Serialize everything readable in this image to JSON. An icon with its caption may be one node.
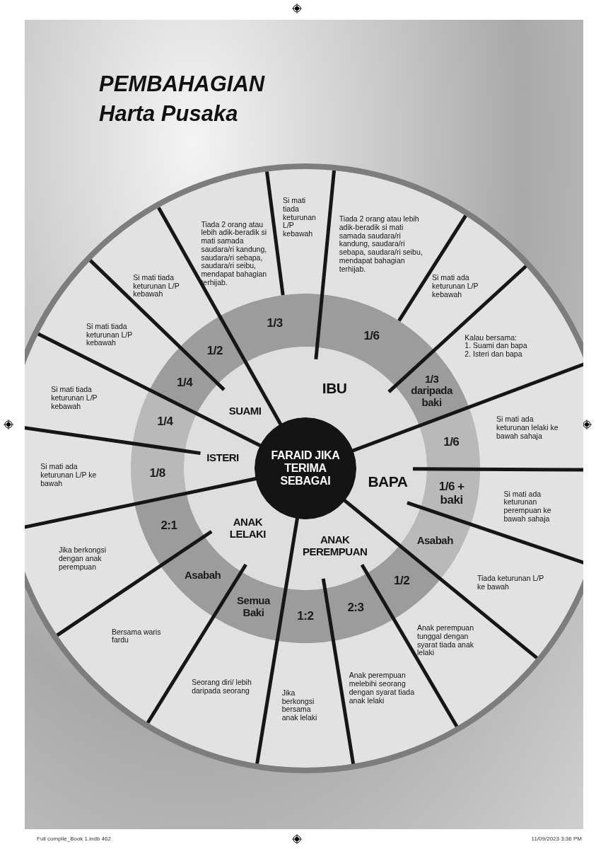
{
  "diagram": {
    "title": "PEMBAHAGIAN Harta Pusaka",
    "nodes": [
      {
        "text": [
          "FARAID JIKA TERIMA SEBAGAI"
        ]
      },
      {
        "text": [
          "IBU"
        ]
      },
      {
        "text": [
          "1/3"
        ]
      },
      {
        "text": [
          "Si mati tiada keturunan L/P kebawah"
        ]
      },
      {
        "text": [
          "Tiada 2 orang atau lebih adik-beradik si mati samada saudara/ri kandung, saudara/ri sebapa, saudara/ri seibu, mendapat bahagian terhijab."
        ]
      },
      {
        "text": [
          "1/6"
        ]
      },
      {
        "text": [
          "Tiada 2 orang atau lebih adik-beradik si mati samada saudara/ri kandung, saudara/ri sebapa, saudara/ri seibu, mendapat bahagian terhijab."
        ]
      },
      {
        "text": [
          "Si mati ada keturunan L/P kebawah"
        ]
      },
      {
        "text": [
          "1/3 daripada baki"
        ]
      },
      {
        "text": [
          "Kalau bersama:",
          "1. Suami dan bapa",
          "2. Isteri dan bapa"
        ]
      },
      {
        "text": [
          "BAPA"
        ]
      },
      {
        "text": [
          "1/6"
        ]
      },
      {
        "text": [
          "Si mati ada keturunan lelaki ke bawah sahaja"
        ]
      },
      {
        "text": [
          "1/6 + baki"
        ]
      },
      {
        "text": [
          "Si mati ada keturunan perempuan ke bawah sahaja"
        ]
      },
      {
        "text": [
          "Asabah"
        ]
      },
      {
        "text": [
          "Tiada keturunan L/P ke bawah"
        ]
      },
      {
        "text": [
          "ANAK PEREMPUAN"
        ]
      },
      {
        "text": [
          "1/2"
        ]
      },
      {
        "text": [
          "Anak perempuan tunggal dengan syarat tiada anak lelaki"
        ]
      },
      {
        "text": [
          "2:3"
        ]
      },
      {
        "text": [
          "Anak perempuan melebihi seorang dengan syarat tiada anak lelaki"
        ]
      },
      {
        "text": [
          "1:2"
        ]
      },
      {
        "text": [
          "Jika berkongsi bersama anak lelaki"
        ]
      },
      {
        "text": [
          "ANAK LELAKI"
        ]
      },
      {
        "text": [
          "Semua Baki"
        ]
      },
      {
        "text": [
          "Seorang diri/ lebih daripada seorang"
        ]
      },
      {
        "text": [
          "Asabah"
        ]
      },
      {
        "text": [
          "Bersama waris fardu"
        ]
      },
      {
        "text": [
          "2:1"
        ]
      },
      {
        "text": [
          "Jika berkongsi dengan anak perempuan"
        ]
      },
      {
        "text": [
          "ISTERI"
        ]
      },
      {
        "text": [
          "1/8"
        ]
      },
      {
        "text": [
          "Si mati ada keturunan L/P ke bawah"
        ]
      },
      {
        "text": [
          "1/4"
        ]
      },
      {
        "text": [
          "Si mati tiada keturunan L/P kebawah"
        ]
      },
      {
        "text": [
          "SUAMI"
        ]
      },
      {
        "text": [
          "1/4"
        ]
      },
      {
        "text": [
          "Si mati tiada keturunan L/P kebawah"
        ]
      },
      {
        "text": [
          "1/2"
        ]
      },
      {
        "text": [
          "Si mati tiada keturunan L/P kebawah"
        ]
      }
    ],
    "labels": [
      "Full compile_Book 1.indb 462",
      "11/09/2023 3:36 PM"
    ]
  }
}
